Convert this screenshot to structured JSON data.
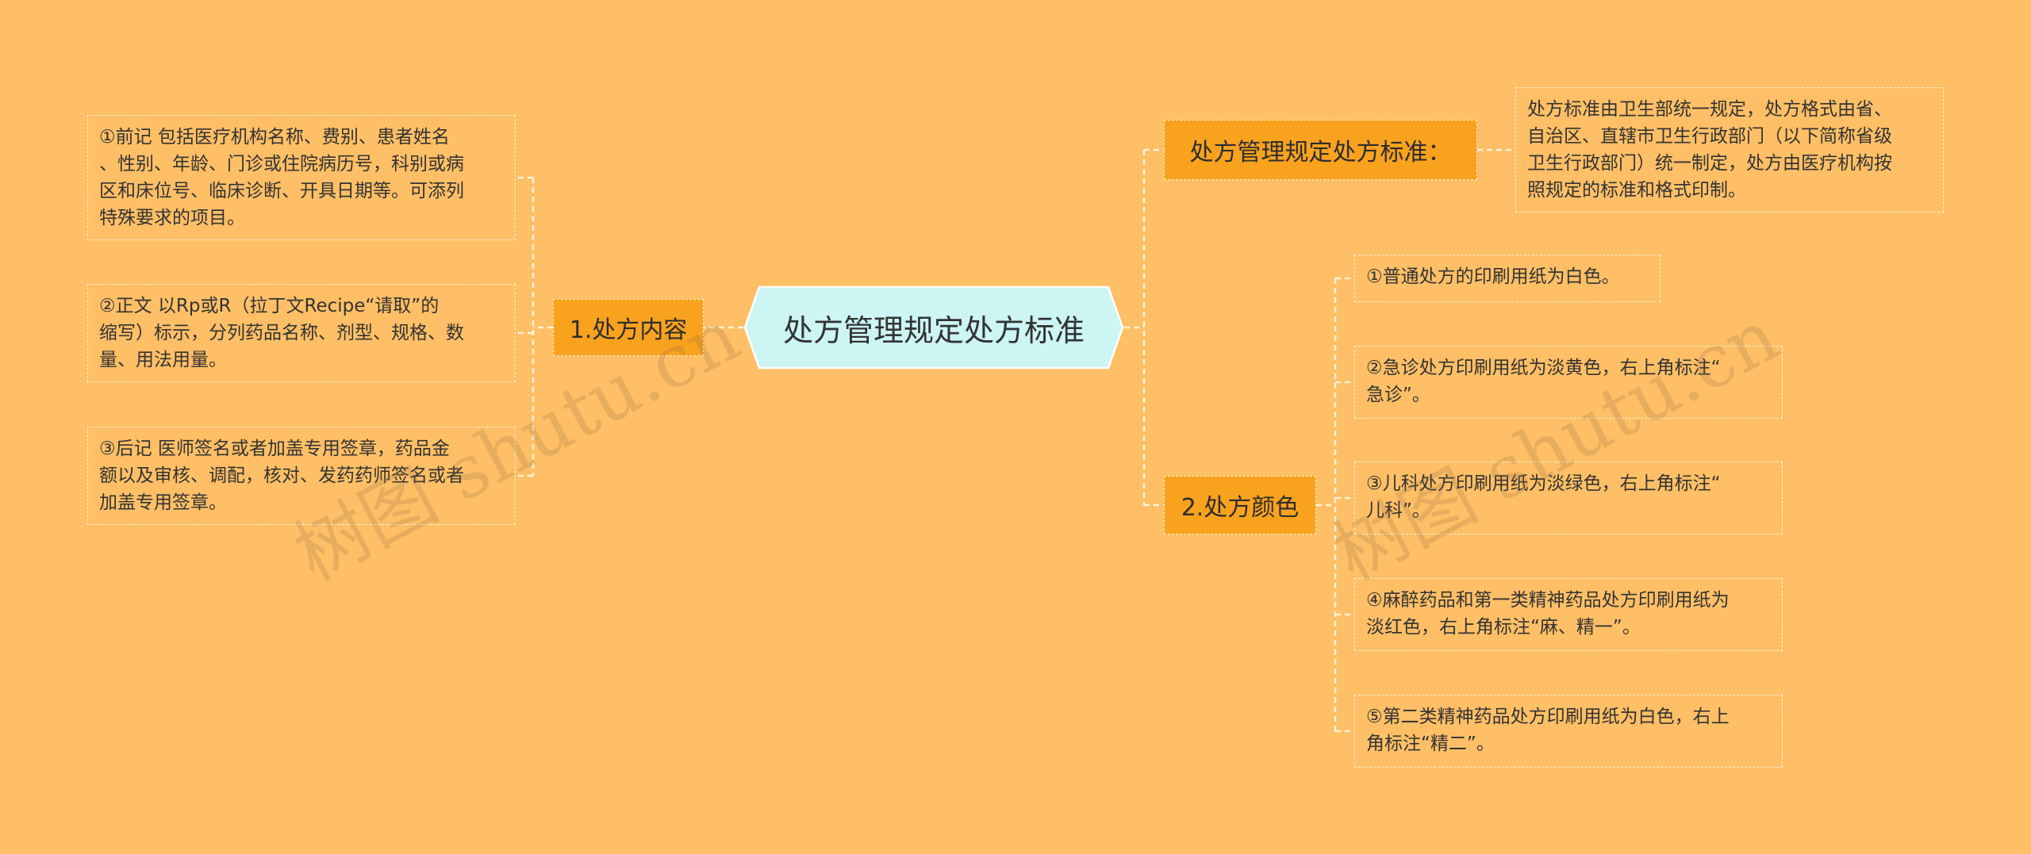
{
  "root": {
    "label": "处方管理规定处方标准"
  },
  "left_branch": {
    "label": "1.处方内容",
    "items": [
      [
        "①前记 包括医疗机构名称、费别、患者姓名",
        "、性别、年龄、门诊或住院病历号，科别或病",
        "区和床位号、临床诊断、开具日期等。可添列",
        "特殊要求的项目。"
      ],
      [
        "②正文 以Rp或R（拉丁文Recipe“请取”的",
        "缩写）标示，分列药品名称、剂型、规格、数",
        "量、用法用量。"
      ],
      [
        "③后记 医师签名或者加盖专用签章，药品金",
        "额以及审核、调配，核对、发药药师签名或者",
        "加盖专用签章。"
      ]
    ]
  },
  "top_branch": {
    "label": "处方管理规定处方标准：",
    "items": [
      [
        "处方标准由卫生部统一规定，处方格式由省、",
        "自治区、直辖市卫生行政部门（以下简称省级",
        "卫生行政部门）统一制定，处方由医疗机构按",
        "照规定的标准和格式印制。"
      ]
    ]
  },
  "color_branch": {
    "label": "2.处方颜色",
    "items": [
      [
        "①普通处方的印刷用纸为白色。"
      ],
      [
        "②急诊处方印刷用纸为淡黄色，右上角标注“",
        "急诊”。"
      ],
      [
        "③儿科处方印刷用纸为淡绿色，右上角标注“",
        "儿科”。"
      ],
      [
        "④麻醉药品和第一类精神药品处方印刷用纸为",
        "淡红色，右上角标注“麻、精一”。"
      ],
      [
        "⑤第二类精神药品处方印刷用纸为白色，右上",
        "角标注“精二”。"
      ]
    ]
  },
  "watermark": {
    "text": "树图 shutu.cn"
  },
  "colors": {
    "background": "#FFBF66",
    "branch_fill": "#F9A21E",
    "root_fill": "#CCF5F4",
    "connector": "#FFF3DA"
  }
}
